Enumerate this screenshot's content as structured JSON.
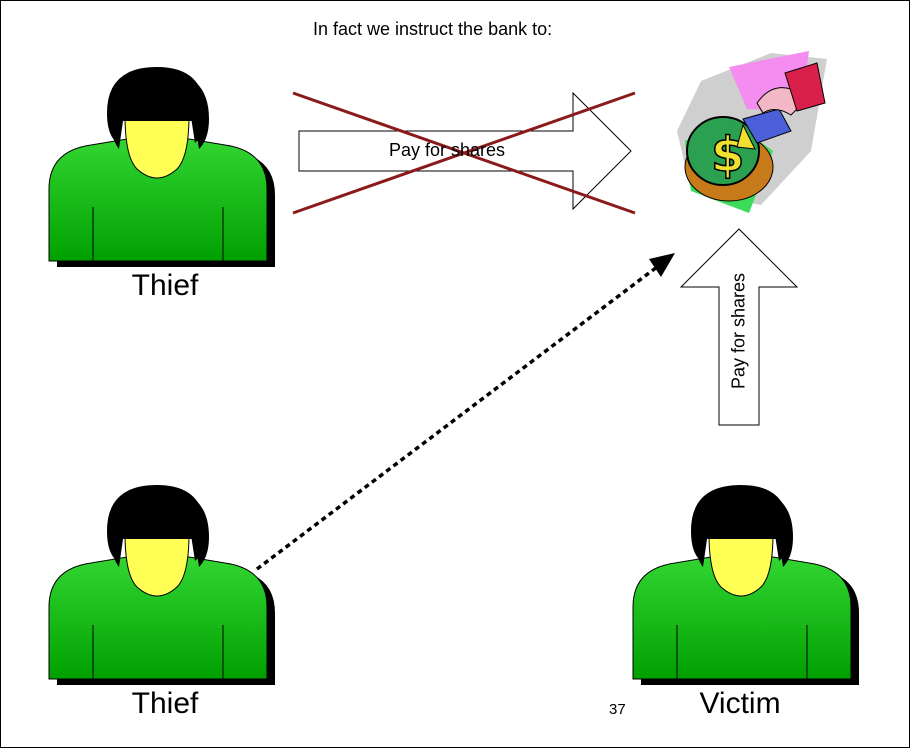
{
  "slide": {
    "title": "In fact we instruct the bank to:",
    "page_number": "37"
  },
  "people": {
    "thief_top": {
      "label": "Thief"
    },
    "thief_bottom": {
      "label": "Thief"
    },
    "victim": {
      "label": "Victim"
    }
  },
  "arrows": {
    "crossed_arrow_label": "Pay for shares",
    "vertical_arrow_label": "Pay for shares"
  },
  "colors": {
    "person_body": "#1db31d",
    "person_face": "#ffff55",
    "cross_out": "#8b1a1a"
  }
}
